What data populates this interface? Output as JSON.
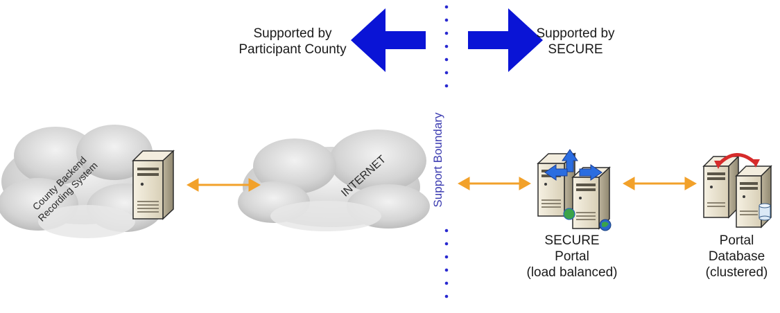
{
  "header": {
    "left_label": [
      "Supported by",
      "Participant County"
    ],
    "right_label": [
      "Supported by",
      "SECURE"
    ]
  },
  "boundary": {
    "label": "Support Boundary",
    "color": "#2a2ad0"
  },
  "nodes": {
    "county_cloud": {
      "label": [
        "County Backend",
        "Recording System"
      ]
    },
    "internet_cloud": {
      "label": "INTERNET"
    },
    "portal": {
      "label": [
        "SECURE",
        "Portal",
        "(load balanced)"
      ]
    },
    "database": {
      "label": [
        "Portal",
        "Database",
        "(clustered)"
      ]
    }
  },
  "colors": {
    "arrow_blue": "#0a14d6",
    "connector_orange": "#f2a12a",
    "cloud_gray": "#c9c9c9",
    "server_beige": "#e9e2cf"
  },
  "icons": [
    "server-icon",
    "load-balancer-icon",
    "globe-icon",
    "cluster-sync-icon",
    "database-cylinder-icon"
  ]
}
